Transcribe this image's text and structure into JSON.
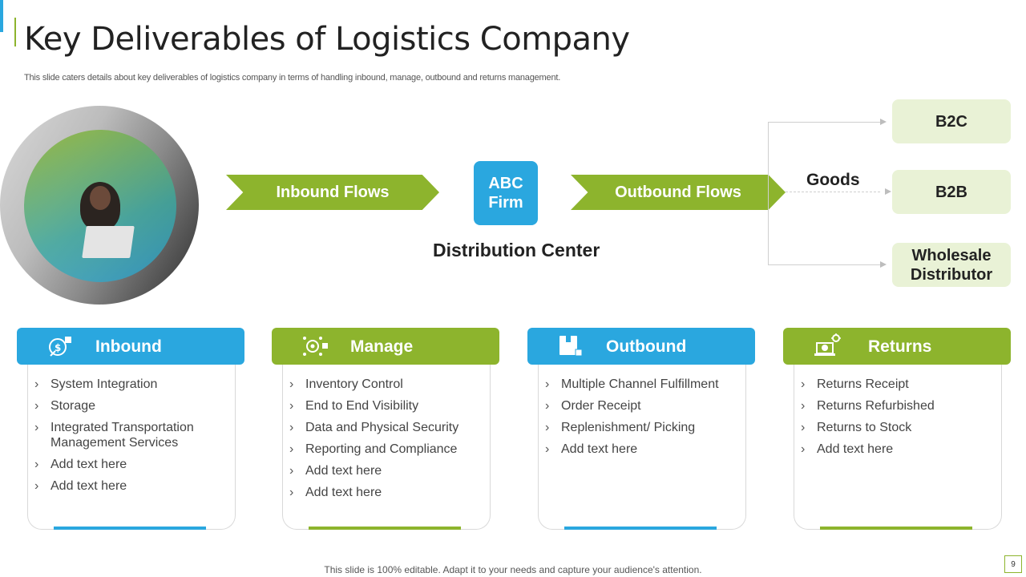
{
  "slide": {
    "title": "Key Deliverables of Logistics Company",
    "subtitle": "This slide caters details about key deliverables of logistics company in terms of handling inbound, manage, outbound and returns management.",
    "footer": "This slide is 100% editable. Adapt it to your needs and capture your audience's attention.",
    "page_number": "9"
  },
  "colors": {
    "blue": "#2aa7df",
    "green": "#8db42d",
    "light_green": "#e9f2d6"
  },
  "flow": {
    "inbound_label": "Inbound Flows",
    "firm_label": "ABC Firm",
    "center_label": "Distribution Center",
    "outbound_label": "Outbound Flows",
    "goods_label": "Goods",
    "destinations": [
      "B2C",
      "B2B",
      "Wholesale Distributor"
    ]
  },
  "cards": [
    {
      "title": "Inbound",
      "icon": "money-cube-icon",
      "items": [
        "System Integration",
        "Storage",
        "Integrated Transportation Management Services",
        "Add text here",
        "Add text here"
      ]
    },
    {
      "title": "Manage",
      "icon": "gear-network-icon",
      "items": [
        "Inventory  Control",
        "End to End Visibility",
        "Data and Physical Security",
        "Reporting and Compliance",
        "Add text here",
        "Add text here"
      ]
    },
    {
      "title": "Outbound",
      "icon": "package-icon",
      "items": [
        "Multiple Channel Fulfillment",
        "Order Receipt",
        "Replenishment/  Picking",
        "Add text here"
      ]
    },
    {
      "title": "Returns",
      "icon": "laptop-money-icon",
      "items": [
        "Returns Receipt",
        "Returns Refurbished",
        "Returns to Stock",
        "Add text here"
      ]
    }
  ]
}
